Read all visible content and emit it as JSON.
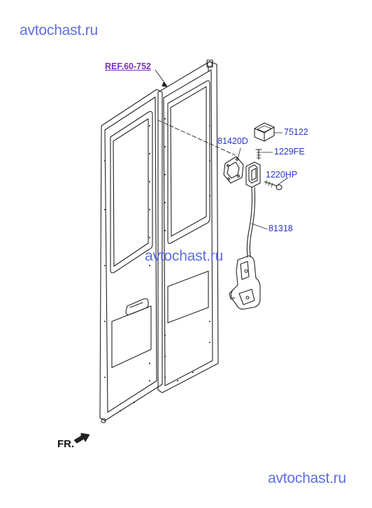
{
  "watermarks": {
    "top": "avtochast.ru",
    "middle": "avtochast.ru",
    "bottom": "avtochast.ru"
  },
  "reference": "REF.60-752",
  "parts": {
    "p75122": "75122",
    "p1229FE": "1229FE",
    "p81420D": "81420D",
    "p1220HP": "1220HP",
    "p81318": "81318"
  },
  "direction_label": "FR.",
  "colors": {
    "watermark": "#5e6ee6",
    "part_label": "#2b36c8",
    "reference": "#7b2fbf",
    "line": "#222222"
  }
}
